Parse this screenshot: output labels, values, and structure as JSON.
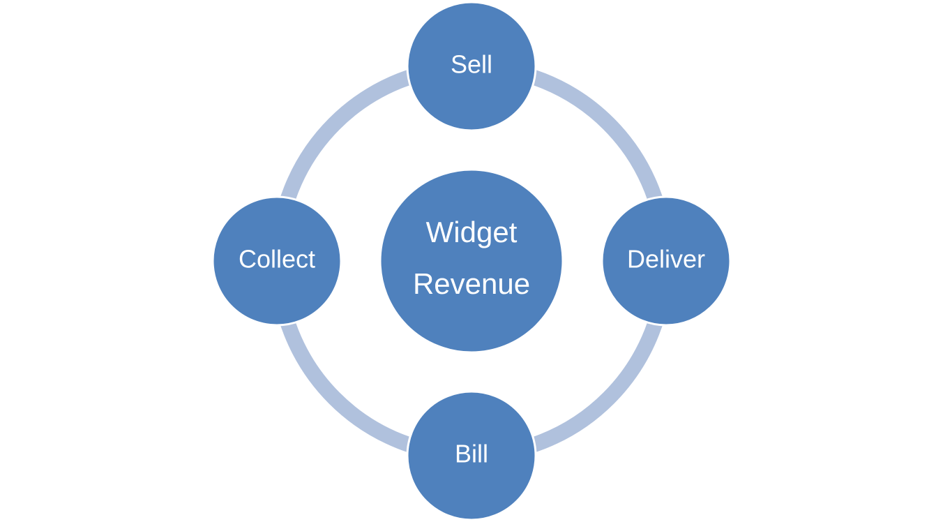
{
  "diagram": {
    "center": {
      "line1": "Widget",
      "line2": "Revenue"
    },
    "nodes": {
      "top": "Sell",
      "right": "Deliver",
      "bottom": "Bill",
      "left": "Collect"
    },
    "colors": {
      "node_fill": "#4f81bd",
      "node_stroke": "#ffffff",
      "ring": "#b0c1dd",
      "text": "#ffffff"
    }
  }
}
